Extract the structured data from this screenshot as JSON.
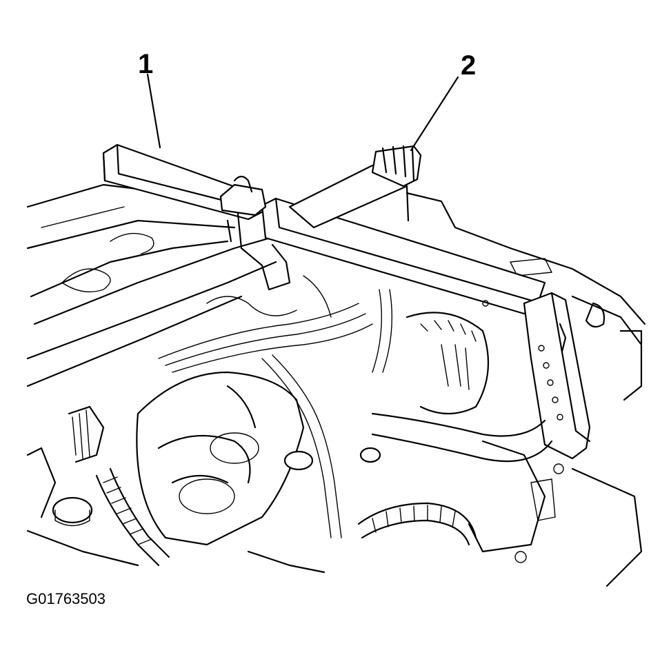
{
  "callouts": [
    {
      "id": "1",
      "label": "1"
    },
    {
      "id": "2",
      "label": "2"
    }
  ],
  "figure_id": "G01763503",
  "colors": {
    "line": "#000000",
    "background": "#ffffff"
  }
}
